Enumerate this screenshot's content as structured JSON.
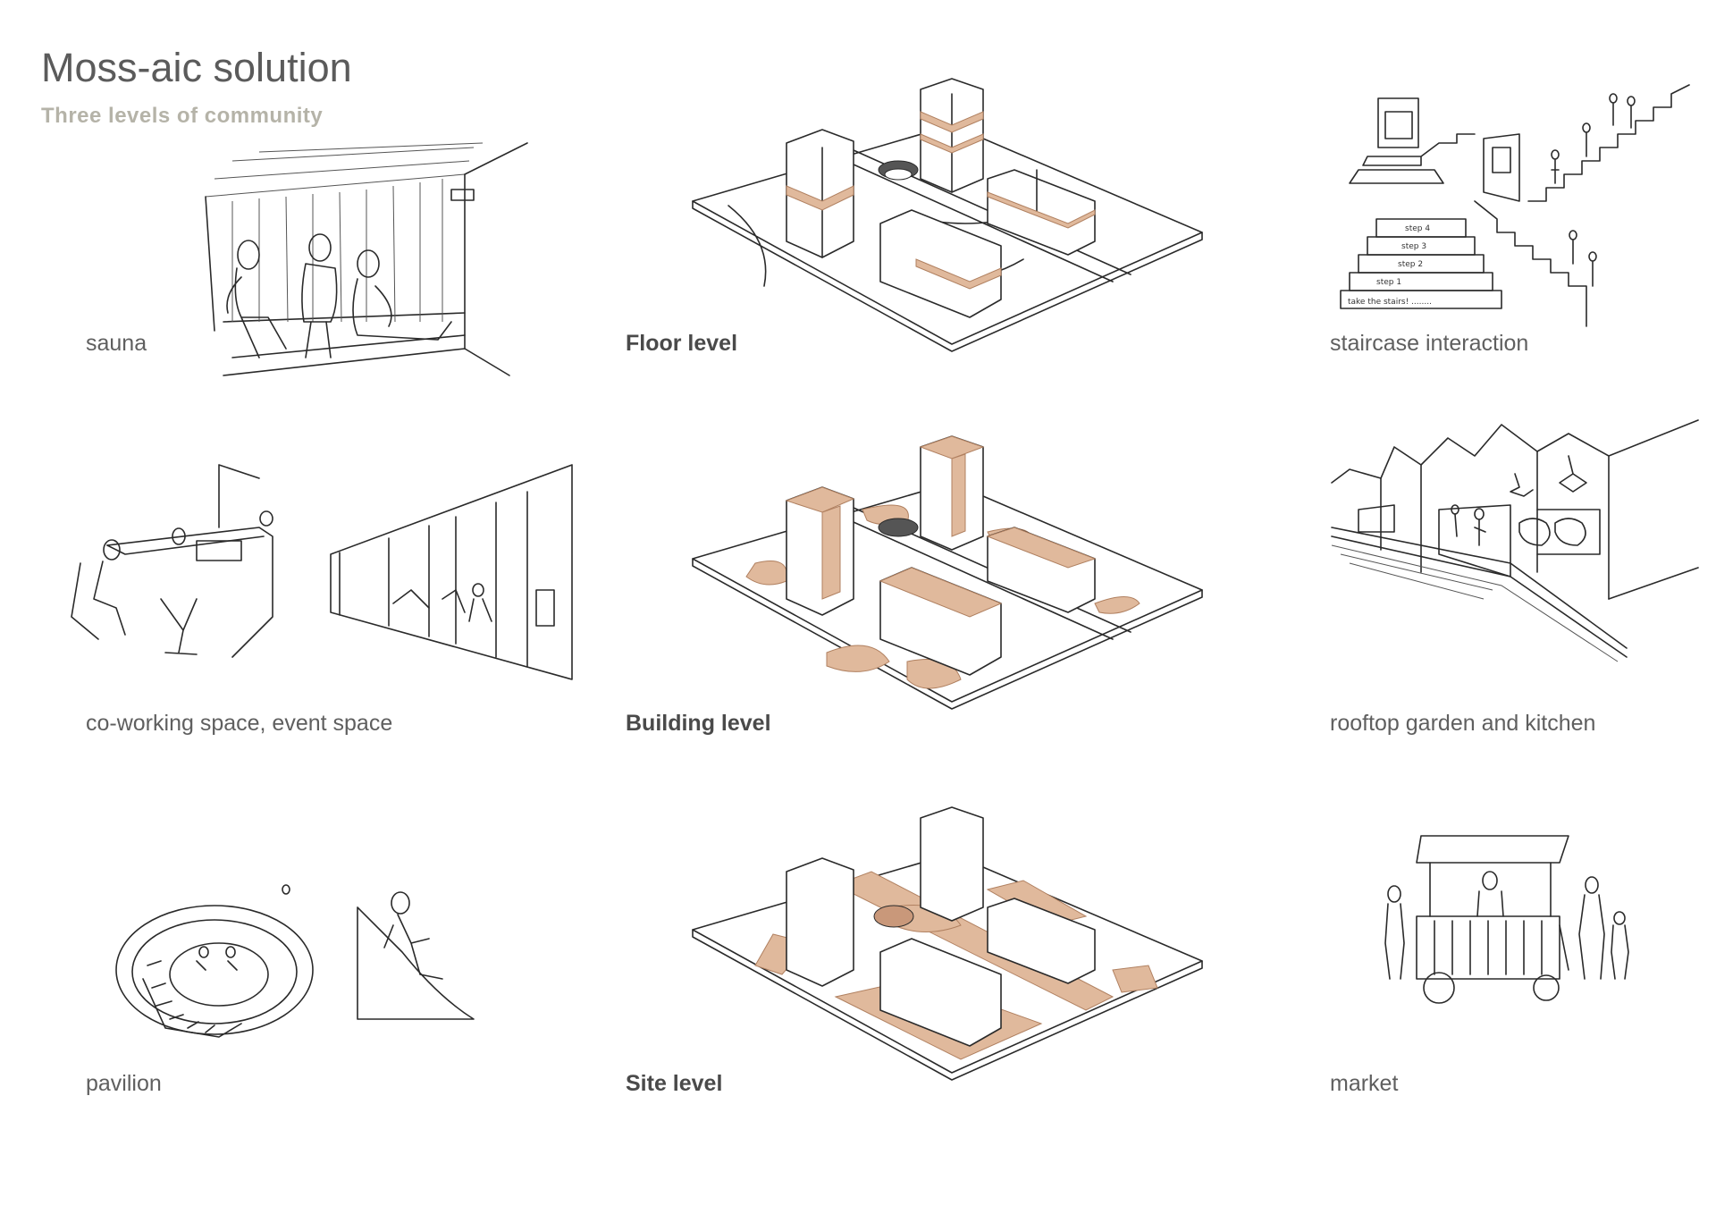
{
  "header": {
    "title": "Moss-aic solution",
    "subtitle": "Three levels of community"
  },
  "levels": [
    {
      "label": "Floor level"
    },
    {
      "label": "Building level"
    },
    {
      "label": "Site level"
    }
  ],
  "sketches": {
    "sauna": "sauna",
    "staircase": "staircase interaction",
    "coworking": "co-working space, event space",
    "rooftop": "rooftop garden and kitchen",
    "pavilion": "pavilion",
    "market": "market"
  },
  "staircase_steps": [
    "step 4",
    "step 3",
    "step 2",
    "step 1",
    "take the stairs! ........"
  ],
  "colors": {
    "highlight": "#e0b99c",
    "title": "#5b5b5b",
    "subtitle": "#b5b3a8"
  }
}
